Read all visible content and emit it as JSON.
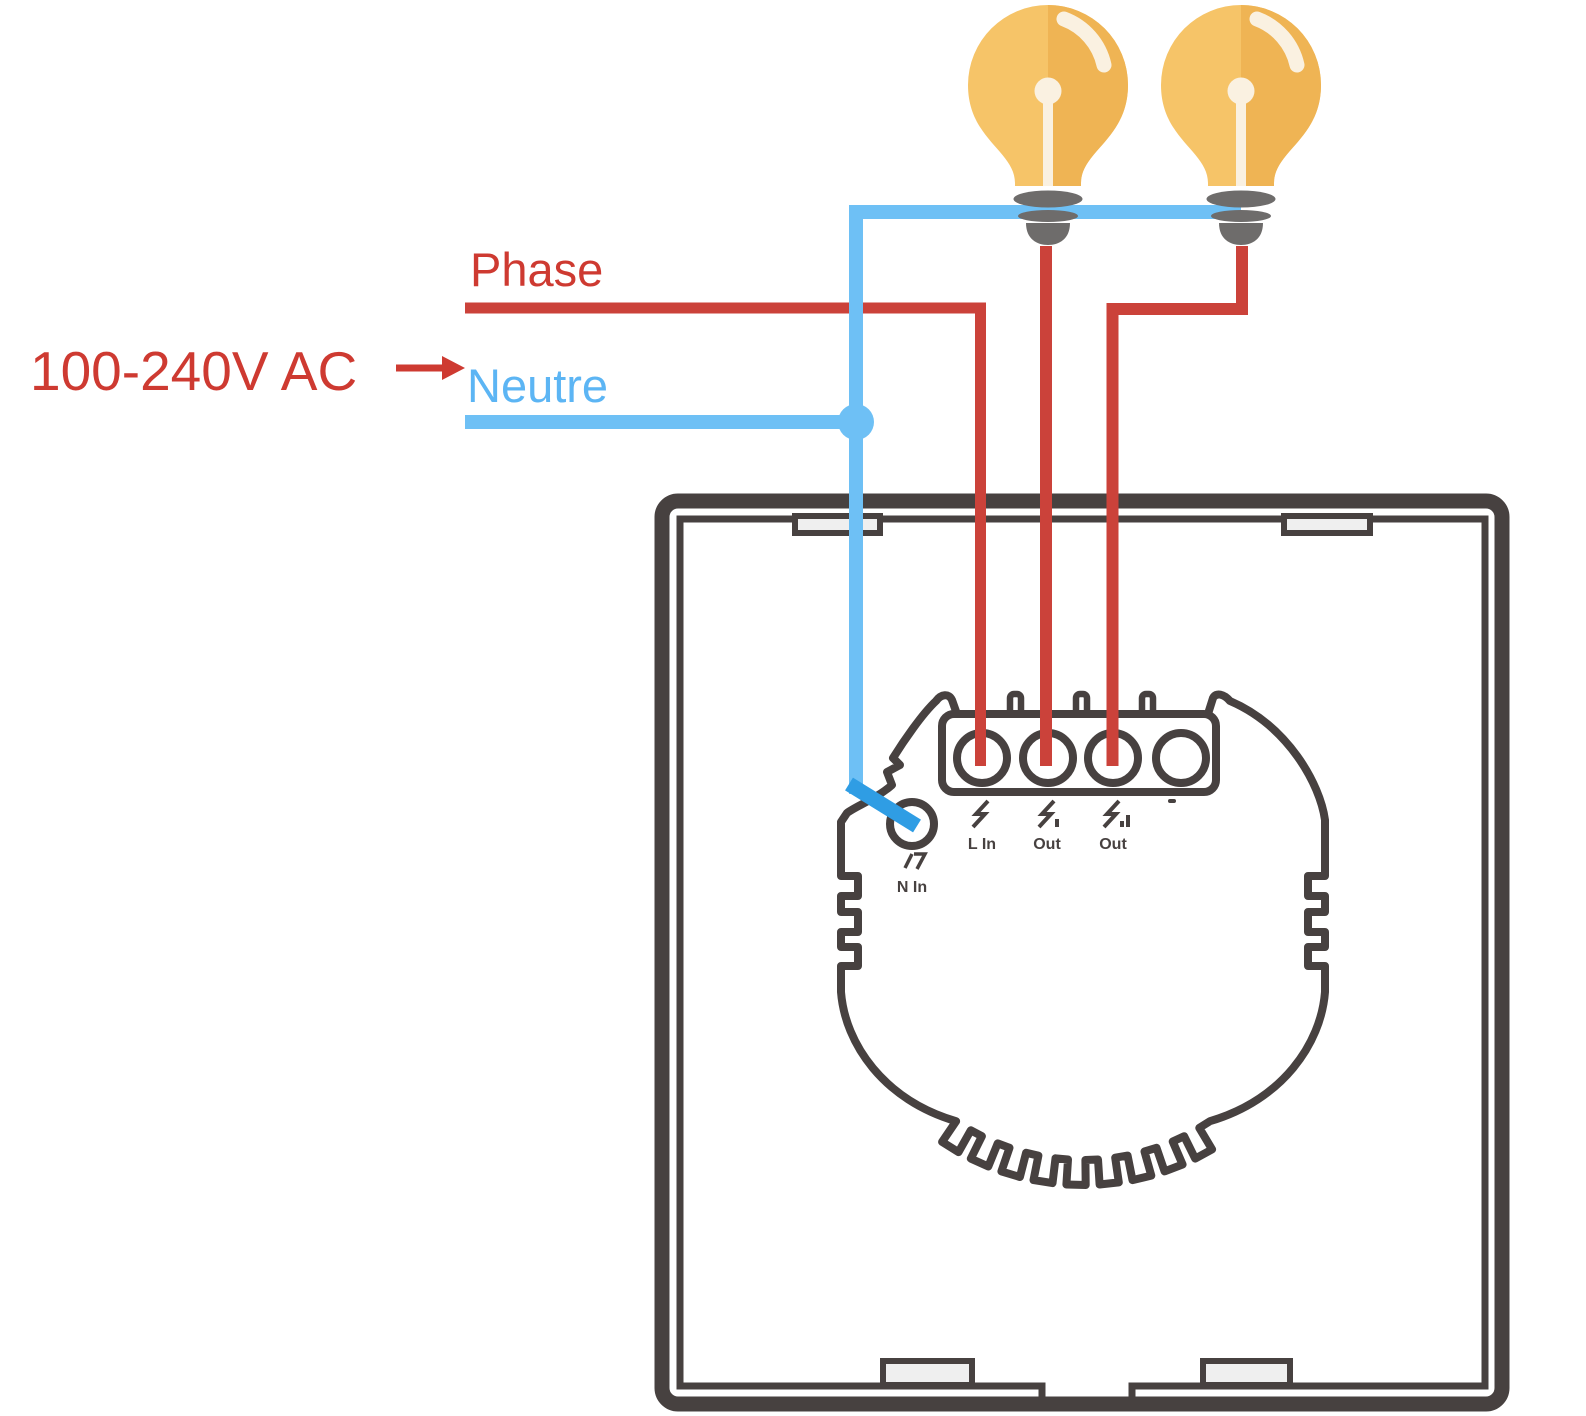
{
  "colors": {
    "phase_red": "#CE3A31",
    "wire_red": "#CB423A",
    "neutral_blue": "#6EC0F5",
    "neutral_blue_dark": "#2F9DE4",
    "neutral_text_blue": "#5CB5F4",
    "outline_dark": "#474140",
    "screw_gray": "#6E6C6B",
    "bulb_body_light": "#F6C468",
    "bulb_body_dark": "#EFB454",
    "bulb_highlight": "#FAF1E1",
    "tab_fill": "#EFEFEF"
  },
  "labels": {
    "voltage": "100-240V AC",
    "phase": "Phase",
    "neutral": "Neutre"
  },
  "switch_module": {
    "terminals": [
      {
        "id": "n-in",
        "label": "N In"
      },
      {
        "id": "l-in",
        "label": "L In"
      },
      {
        "id": "out-1",
        "label": "Out"
      },
      {
        "id": "out-2",
        "label": "Out"
      },
      {
        "id": "spare",
        "label": ""
      }
    ]
  },
  "bulbs": [
    {
      "id": "bulb-1"
    },
    {
      "id": "bulb-2"
    }
  ]
}
